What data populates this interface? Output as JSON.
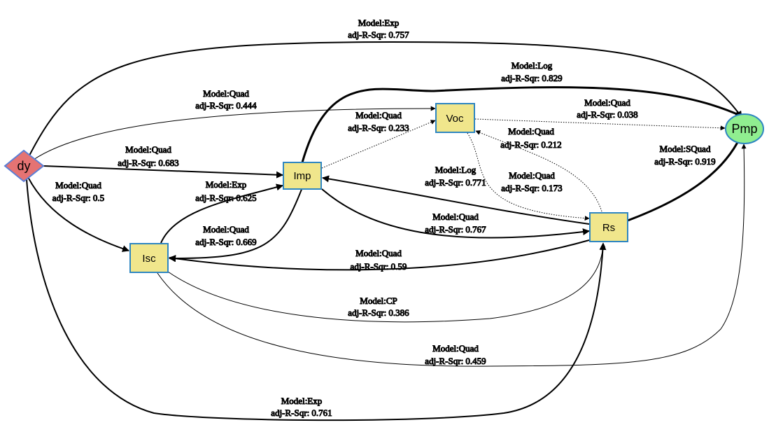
{
  "diagram": {
    "nodes": {
      "dy": {
        "label": "dy",
        "fill": "#E57373",
        "stroke": "#5B7FD6"
      },
      "imp": {
        "label": "Imp",
        "fill": "#F0E68C",
        "stroke": "#2E86C1"
      },
      "voc": {
        "label": "Voc",
        "fill": "#F0E68C",
        "stroke": "#2E86C1"
      },
      "isc": {
        "label": "Isc",
        "fill": "#F0E68C",
        "stroke": "#2E86C1"
      },
      "rs": {
        "label": "Rs",
        "fill": "#F0E68C",
        "stroke": "#2E86C1"
      },
      "pmp": {
        "label": "Pmp",
        "fill": "#90EE90",
        "stroke": "#2E86C1"
      }
    },
    "edges": [
      {
        "from": "dy",
        "to": "pmp",
        "model": "Model:Exp",
        "score": "adj-R-Sqr: 0.757"
      },
      {
        "from": "imp",
        "to": "pmp",
        "model": "Model:Log",
        "score": "adj-R-Sqr: 0.829"
      },
      {
        "from": "dy",
        "to": "voc",
        "model": "Model:Quad",
        "score": "adj-R-Sqr: 0.444"
      },
      {
        "from": "imp",
        "to": "voc",
        "model": "Model:Quad",
        "score": "adj-R-Sqr: 0.233"
      },
      {
        "from": "voc",
        "to": "pmp",
        "model": "Model:Quad",
        "score": "adj-R-Sqr: 0.038"
      },
      {
        "from": "rs",
        "to": "voc",
        "model": "Model:Quad",
        "score": "adj-R-Sqr: 0.212"
      },
      {
        "from": "dy",
        "to": "imp",
        "model": "Model:Quad",
        "score": "adj-R-Sqr: 0.683"
      },
      {
        "from": "rs",
        "to": "pmp",
        "model": "Model:SQuad",
        "score": "adj-R-Sqr: 0.919"
      },
      {
        "from": "rs",
        "to": "imp",
        "model": "Model:Log",
        "score": "adj-R-Sqr: 0.771"
      },
      {
        "from": "voc",
        "to": "rs",
        "model": "Model:Quad",
        "score": "adj-R-Sqr: 0.173"
      },
      {
        "from": "dy",
        "to": "isc",
        "model": "Model:Quad",
        "score": "adj-R-Sqr: 0.5"
      },
      {
        "from": "isc",
        "to": "imp",
        "model": "Model:Exp",
        "score": "adj-R-Sqr: 0.625"
      },
      {
        "from": "imp",
        "to": "rs",
        "model": "Model:Quad",
        "score": "adj-R-Sqr: 0.767"
      },
      {
        "from": "imp",
        "to": "isc",
        "model": "Model:Quad",
        "score": "adj-R-Sqr: 0.669"
      },
      {
        "from": "rs",
        "to": "isc",
        "model": "Model:Quad",
        "score": "adj-R-Sqr: 0.59"
      },
      {
        "from": "isc",
        "to": "rs",
        "model": "Model:CP",
        "score": "adj-R-Sqr: 0.386"
      },
      {
        "from": "isc",
        "to": "pmp",
        "model": "Model:Quad",
        "score": "adj-R-Sqr: 0.459"
      },
      {
        "from": "dy",
        "to": "rs",
        "model": "Model:Exp",
        "score": "adj-R-Sqr: 0.761"
      }
    ]
  }
}
